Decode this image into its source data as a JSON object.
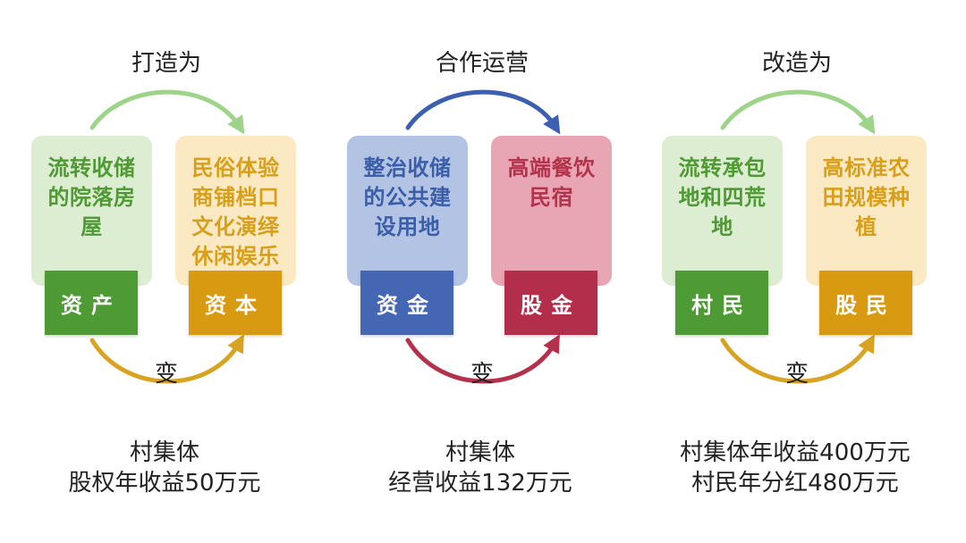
{
  "groups": [
    {
      "top_label": "打造为",
      "mid_label": "变",
      "left_card": "流转收储\n的院落房\n屋",
      "right_card": "民俗体验\n商铺档口\n文化演绎\n休闲娱乐",
      "left_tag": "资产",
      "right_tag": "资本",
      "result_line1": "村集体",
      "result_line2": "股权年收益50万元",
      "colors": {
        "left_card_bg": "#dcedd2",
        "left_card_text": "#4f9a34",
        "right_card_bg": "#fbe9c3",
        "right_card_text": "#d89f1a",
        "left_tag_bg": "#4e9b35",
        "right_tag_bg": "#d89a10",
        "top_arrow": "#9ed38a",
        "bottom_arrow": "#d8a322"
      }
    },
    {
      "top_label": "合作运营",
      "mid_label": "变",
      "left_card": "整治收储\n的公共建\n设用地",
      "right_card": "高端餐饮\n民宿",
      "left_tag": "资金",
      "right_tag": "股金",
      "result_line1": "村集体",
      "result_line2": "经营收益132万元",
      "colors": {
        "left_card_bg": "#b3c3e4",
        "left_card_text": "#3a5ea8",
        "right_card_bg": "#e8a5b3",
        "right_card_text": "#b3324c",
        "left_tag_bg": "#4566b2",
        "right_tag_bg": "#b22e4b",
        "top_arrow": "#3d5fb0",
        "bottom_arrow": "#b5304a"
      }
    },
    {
      "top_label": "改造为",
      "mid_label": "变",
      "left_card": "流转承包\n地和四荒\n地",
      "right_card": "高标准农\n田规模种\n植",
      "left_tag": "村民",
      "right_tag": "股民",
      "result_line1": "村集体年收益400万元",
      "result_line2": "村民年分红480万元",
      "colors": {
        "left_card_bg": "#dcedd2",
        "left_card_text": "#4f9a34",
        "right_card_bg": "#fbe9c3",
        "right_card_text": "#d89f1a",
        "left_tag_bg": "#4e9b35",
        "right_tag_bg": "#d89a10",
        "top_arrow": "#9ed38a",
        "bottom_arrow": "#d8a322"
      }
    }
  ]
}
